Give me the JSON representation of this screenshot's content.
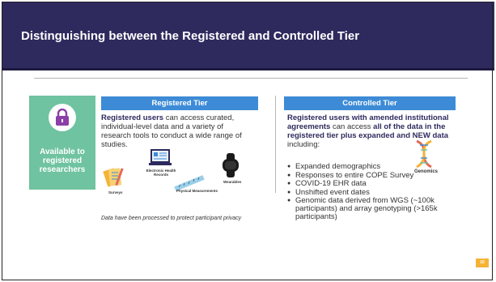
{
  "slide": {
    "title": "Distinguishing between the Registered and Controlled Tier",
    "page_number": "15"
  },
  "availability": {
    "text": "Available to registered researchers",
    "icon": "lock-icon",
    "color": "#6fc3a0"
  },
  "registered_tier": {
    "header": "Registered Tier",
    "desc_bold": "Registered users",
    "desc_rest": " can access curated, individual-level data and a variety of research tools to conduct a wide range of studies.",
    "icons": [
      {
        "name": "surveys-icon",
        "label": "Surveys"
      },
      {
        "name": "electronic-health-records-icon",
        "label": "Electronic Health Records"
      },
      {
        "name": "physical-measurements-icon",
        "label": "Physical Measurements"
      },
      {
        "name": "wearables-icon",
        "label": "Wearables"
      }
    ],
    "note": "Data have been processed to protect participant privacy"
  },
  "controlled_tier": {
    "header": "Controlled Tier",
    "desc_part1_bold": "Registered users with amended institutional agreements",
    "desc_part2": " can access ",
    "desc_part3_bold": "all of the data in the registered tier plus expanded and NEW data",
    "desc_part4": " including:",
    "genomics_label": "Genomics",
    "bullets": [
      "Expanded demographics",
      "Responses to entire COPE Survey",
      "COVID-19 EHR data",
      "Unshifted event dates",
      "Genomic data derived from WGS (~100k participants) and array genotyping (>165k participants)"
    ]
  },
  "colors": {
    "title_bar": "#2e2a5e",
    "tier_header": "#3d8bd6",
    "page_badge": "#f5b335"
  }
}
